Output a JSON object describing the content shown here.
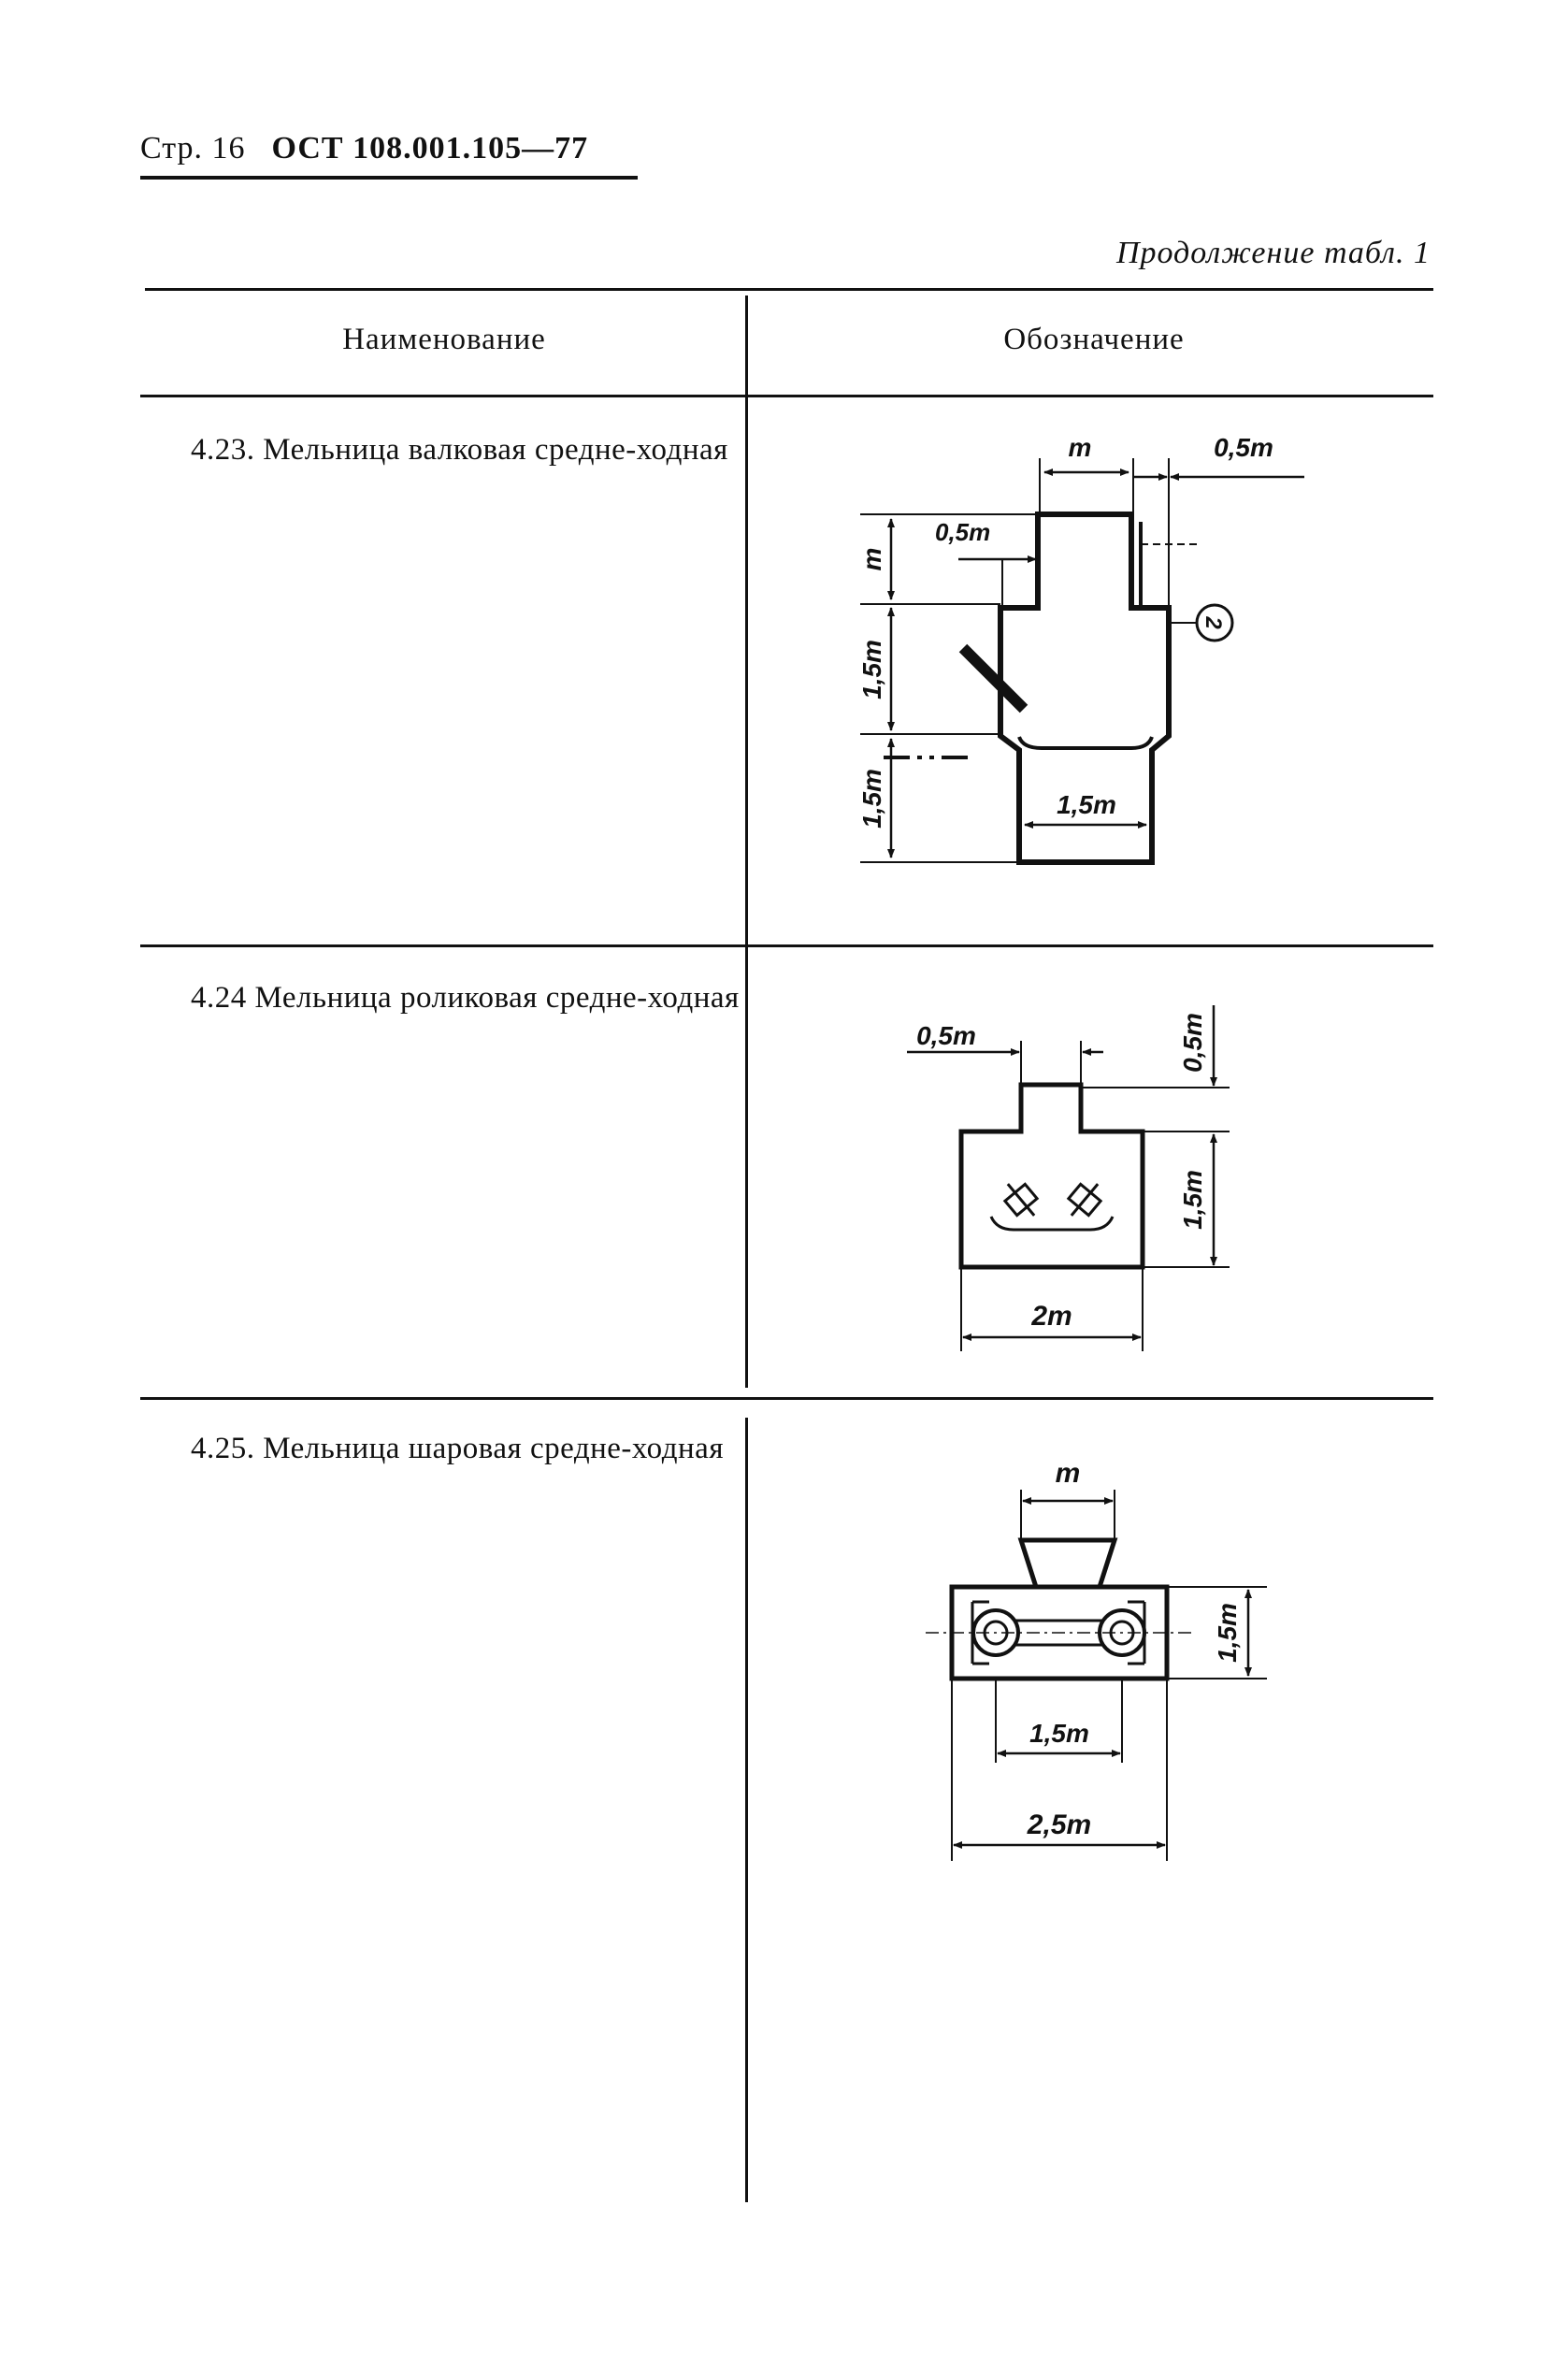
{
  "header": {
    "page_label": "Стр. 16",
    "standard": "ОСТ 108.001.105—77"
  },
  "continuation": "Продолжение табл. 1",
  "table": {
    "col_name": "Наименование",
    "col_symbol": "Обозначение",
    "rows": [
      {
        "name": "4.23. Мельница валковая средне-ходная",
        "dims": {
          "d1": "m",
          "d2": "0,5m",
          "d3": "0,5m",
          "d4": "m",
          "d5": "1,5m",
          "d6": "1,5m",
          "d7": "1,5m",
          "mark": "2"
        }
      },
      {
        "name": "4.24 Мельница роликовая средне-ходная",
        "dims": {
          "d1": "0,5m",
          "d2": "0,5m",
          "d3": "1,5m",
          "d4": "2m"
        }
      },
      {
        "name": "4.25. Мельница шаровая средне-ходная",
        "dims": {
          "d1": "m",
          "d2": "1,5m",
          "d3": "1,5m",
          "d4": "2,5m"
        }
      }
    ]
  }
}
